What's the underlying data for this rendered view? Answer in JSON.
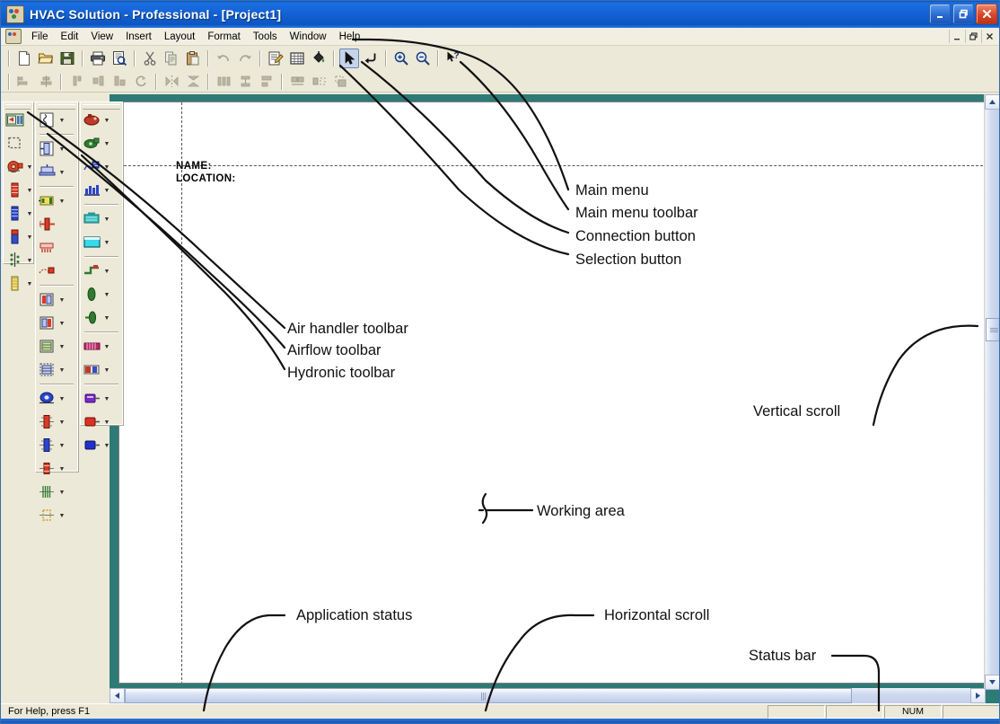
{
  "window": {
    "title": "HVAC Solution - Professional - [Project1]",
    "app_icon": "hvac-app-icon",
    "controls": [
      {
        "name": "minimize",
        "glyph": "_"
      },
      {
        "name": "restore",
        "glyph": "❐"
      },
      {
        "name": "close",
        "glyph": "✕"
      }
    ],
    "mdi_controls": [
      {
        "name": "mdi-minimize",
        "glyph": "_"
      },
      {
        "name": "mdi-restore",
        "glyph": "❐"
      },
      {
        "name": "mdi-close",
        "glyph": "✕"
      }
    ]
  },
  "menu": {
    "items": [
      "File",
      "Edit",
      "View",
      "Insert",
      "Layout",
      "Format",
      "Tools",
      "Window",
      "Help"
    ]
  },
  "toolbar_main": {
    "buttons": [
      {
        "name": "new-document-button",
        "icon": "new-page-icon"
      },
      {
        "name": "open-file-button",
        "icon": "open-folder-icon"
      },
      {
        "name": "save-button",
        "icon": "floppy-disk-icon"
      },
      {
        "name": "print-button",
        "icon": "printer-icon"
      },
      {
        "name": "print-preview-button",
        "icon": "print-preview-icon"
      },
      {
        "name": "cut-button",
        "icon": "scissors-icon"
      },
      {
        "name": "copy-button",
        "icon": "copy-icon"
      },
      {
        "name": "paste-button",
        "icon": "clipboard-icon"
      },
      {
        "name": "undo-button",
        "icon": "undo-arrow-icon"
      },
      {
        "name": "redo-button",
        "icon": "redo-arrow-icon"
      },
      {
        "name": "properties-button",
        "icon": "properties-icon"
      },
      {
        "name": "grid-button",
        "icon": "grid-icon"
      },
      {
        "name": "fill-color-button",
        "icon": "paint-bucket-icon"
      },
      {
        "name": "selection-button",
        "icon": "arrow-pointer-icon"
      },
      {
        "name": "connection-button",
        "icon": "connector-arrow-icon"
      },
      {
        "name": "zoom-in-button",
        "icon": "magnifier-plus-icon"
      },
      {
        "name": "zoom-out-button",
        "icon": "magnifier-minus-icon"
      },
      {
        "name": "context-help-button",
        "icon": "arrow-question-icon"
      }
    ]
  },
  "toolbar_align": {
    "buttons": [
      {
        "name": "align-left-button",
        "icon": "align-left-icon"
      },
      {
        "name": "align-center-button",
        "icon": "align-center-icon"
      },
      {
        "name": "align-top-button",
        "icon": "align-top-icon"
      },
      {
        "name": "align-middle-button",
        "icon": "align-middle-icon"
      },
      {
        "name": "align-bottom-button",
        "icon": "align-bottom-icon"
      },
      {
        "name": "rotate-button",
        "icon": "rotate-icon"
      },
      {
        "name": "flip-horizontal-button",
        "icon": "flip-horizontal-icon"
      },
      {
        "name": "flip-vertical-button",
        "icon": "flip-vertical-icon"
      },
      {
        "name": "distribute-h-button",
        "icon": "distribute-horizontal-icon"
      },
      {
        "name": "distribute-v-button",
        "icon": "distribute-vertical-icon"
      },
      {
        "name": "space-evenly-button",
        "icon": "space-evenly-icon"
      },
      {
        "name": "group-button",
        "icon": "group-icon"
      },
      {
        "name": "ungroup-button",
        "icon": "ungroup-icon"
      },
      {
        "name": "bring-front-button",
        "icon": "bring-to-front-icon"
      }
    ]
  },
  "palette_air_handler": {
    "name": "Air handler toolbar",
    "items": [
      {
        "name": "air-handler-unit-tool",
        "icon": "air-handler-unit-icon",
        "caret": false
      },
      {
        "name": "selection-box-tool",
        "icon": "dashed-box-icon",
        "caret": false
      },
      {
        "name": "fan-blower-tool",
        "icon": "red-blower-icon",
        "caret": true
      },
      {
        "name": "heating-coil-tool",
        "icon": "red-coil-icon",
        "caret": true
      },
      {
        "name": "cooling-coil-tool",
        "icon": "blue-coil-icon",
        "caret": true
      },
      {
        "name": "filter-section-tool",
        "icon": "filter-section-icon",
        "caret": true
      },
      {
        "name": "humidifier-tool",
        "icon": "humidifier-icon",
        "caret": true
      },
      {
        "name": "damper-section-tool",
        "icon": "damper-section-icon",
        "caret": true
      }
    ]
  },
  "palette_airflow": {
    "name": "Airflow toolbar",
    "items": [
      {
        "name": "duct-run-tool",
        "icon": "duct-run-icon",
        "caret": true
      },
      {
        "name": "duct-transition-tool",
        "icon": "duct-transition-icon",
        "caret": true
      },
      {
        "name": "diffuser-tool",
        "icon": "ceiling-diffuser-icon",
        "caret": true
      },
      {
        "name": "air-terminal-tool",
        "icon": "yellow-terminal-icon",
        "caret": true
      },
      {
        "name": "vav-box-tool",
        "icon": "red-vav-box-icon",
        "caret": false
      },
      {
        "name": "grille-tool",
        "icon": "red-grille-icon",
        "caret": false
      },
      {
        "name": "airflow-measure-tool",
        "icon": "airflow-measure-icon",
        "caret": false
      },
      {
        "name": "damper-left-tool",
        "icon": "damper-left-icon",
        "caret": true
      },
      {
        "name": "damper-right-tool",
        "icon": "damper-right-icon",
        "caret": true
      },
      {
        "name": "louver-tool",
        "icon": "louver-icon",
        "caret": true
      },
      {
        "name": "louver-alt-tool",
        "icon": "louver-alt-icon",
        "caret": true
      },
      {
        "name": "centrifugal-fan-tool",
        "icon": "centrifugal-fan-icon",
        "caret": true
      },
      {
        "name": "inline-fan-red-tool",
        "icon": "inline-fan-red-icon",
        "caret": true
      },
      {
        "name": "inline-fan-blue-tool",
        "icon": "inline-fan-blue-icon",
        "caret": true
      },
      {
        "name": "inline-fan-red2-tool",
        "icon": "inline-fan-red2-icon",
        "caret": true
      },
      {
        "name": "flex-duct-tool",
        "icon": "flex-duct-icon",
        "caret": true
      },
      {
        "name": "duct-dashed-tool",
        "icon": "duct-dashed-icon",
        "caret": true
      }
    ]
  },
  "palette_hydronic": {
    "name": "Hydronic toolbar",
    "items": [
      {
        "name": "boiler-tool",
        "icon": "red-boiler-icon",
        "caret": true
      },
      {
        "name": "pump-green-tool",
        "icon": "green-pump-icon",
        "caret": true
      },
      {
        "name": "chiller-tool",
        "icon": "blue-chiller-icon",
        "caret": true
      },
      {
        "name": "cooling-tower-tool",
        "icon": "cooling-tower-icon",
        "caret": true
      },
      {
        "name": "heat-exchanger-tool",
        "icon": "heat-exchanger-icon",
        "caret": true
      },
      {
        "name": "expansion-tank-tool",
        "icon": "expansion-tank-icon",
        "caret": true
      },
      {
        "name": "pipe-fitting-tool",
        "icon": "pipe-fitting-icon",
        "caret": true
      },
      {
        "name": "valve-green-tool",
        "icon": "green-valve-icon",
        "caret": true
      },
      {
        "name": "valve-green-alt-tool",
        "icon": "green-valve-alt-icon",
        "caret": true
      },
      {
        "name": "radiator-tool",
        "icon": "radiator-icon",
        "caret": true
      },
      {
        "name": "unit-heater-tool",
        "icon": "unit-heater-icon",
        "caret": true
      },
      {
        "name": "pump-purple-tool",
        "icon": "purple-pump-icon",
        "caret": true
      },
      {
        "name": "pump-red-tool",
        "icon": "red-pump-icon",
        "caret": true
      },
      {
        "name": "pump-blue-tool",
        "icon": "blue-pump-icon",
        "caret": true
      }
    ]
  },
  "document": {
    "name_label": "NAME:",
    "location_label": "LOCATION:"
  },
  "scrollbars": {
    "vertical": {
      "up_glyph": "▲",
      "down_glyph": "▼"
    },
    "horizontal": {
      "left_glyph": "‹",
      "right_glyph": "›"
    }
  },
  "statusbar": {
    "message": "For Help, press F1",
    "panes": [
      "",
      "",
      "NUM",
      ""
    ]
  },
  "annotations": [
    {
      "name": "annotation-main-menu",
      "label": "Main menu"
    },
    {
      "name": "annotation-main-menu-toolbar",
      "label": "Main menu toolbar"
    },
    {
      "name": "annotation-connection-button",
      "label": "Connection button"
    },
    {
      "name": "annotation-selection-button",
      "label": "Selection button"
    },
    {
      "name": "annotation-air-handler-toolbar",
      "label": "Air handler toolbar"
    },
    {
      "name": "annotation-airflow-toolbar",
      "label": "Airflow toolbar"
    },
    {
      "name": "annotation-hydronic-toolbar",
      "label": "Hydronic toolbar"
    },
    {
      "name": "annotation-vertical-scroll",
      "label": "Vertical scroll"
    },
    {
      "name": "annotation-working-area",
      "label": "Working area"
    },
    {
      "name": "annotation-application-status",
      "label": "Application status"
    },
    {
      "name": "annotation-horizontal-scroll",
      "label": "Horizontal scroll"
    },
    {
      "name": "annotation-status-bar",
      "label": "Status bar"
    }
  ],
  "colors": {
    "titlebar_blue": "#1464d8",
    "mdi_teal": "#2d7a77",
    "chrome": "#ece9d8",
    "annotation_ink": "#111111"
  }
}
